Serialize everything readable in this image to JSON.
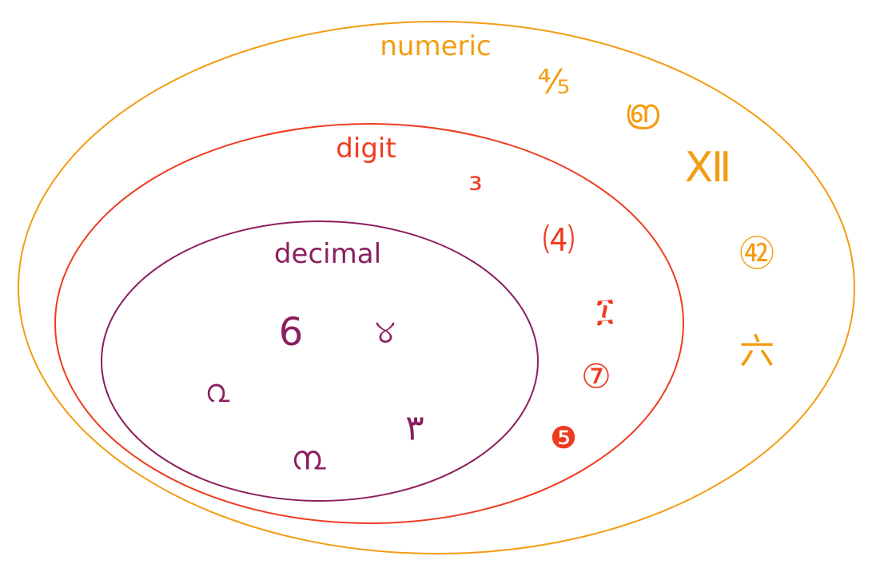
{
  "sets": {
    "numeric": {
      "label": "numeric",
      "color": "#f39c12",
      "members": [
        "⅘",
        "൏",
        "Ⅻ",
        "㊷",
        "六"
      ]
    },
    "digit": {
      "label": "digit",
      "color": "#ee3b1f",
      "members": [
        "³",
        "⑷",
        "፲",
        "⑦",
        "❺"
      ]
    },
    "decimal": {
      "label": "decimal",
      "color": "#8b1f5f",
      "members": [
        "6",
        "୪",
        "൨",
        "٣",
        "൩"
      ]
    }
  }
}
